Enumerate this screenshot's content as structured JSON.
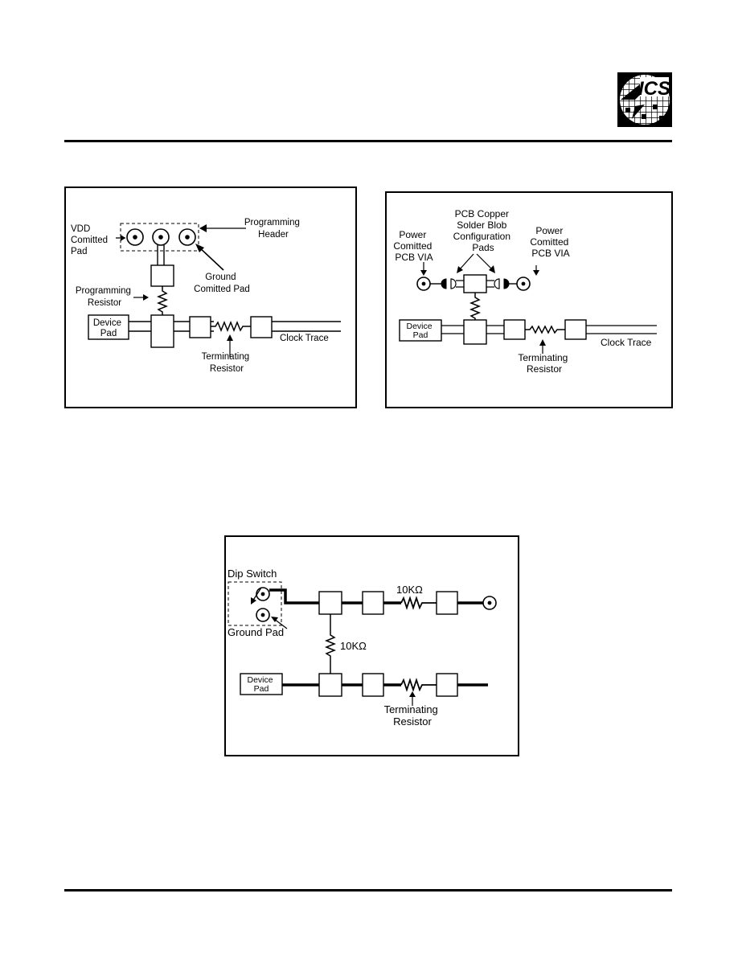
{
  "logo": {
    "text": "ICS"
  },
  "figure1": {
    "vdd_label": [
      "VDD",
      "Comitted",
      "Pad"
    ],
    "header_label": [
      "Programming",
      "Header"
    ],
    "ground_label": [
      "Ground",
      "Comitted Pad"
    ],
    "resistor_label": [
      "Programming",
      "Resistor"
    ],
    "device_pad": [
      "Device",
      "Pad"
    ],
    "terminating_label": [
      "Terminating",
      "Resistor"
    ],
    "clock_trace": "Clock Trace"
  },
  "figure2": {
    "power_left": [
      "Power",
      "Comitted",
      "PCB VIA"
    ],
    "pcb_label": [
      "PCB Copper",
      "Solder Blob",
      "Configuration",
      "Pads"
    ],
    "power_right": [
      "Power",
      "Comitted",
      "PCB VIA"
    ],
    "device_pad": [
      "Device",
      "Pad"
    ],
    "terminating_label": [
      "Terminating",
      "Resistor"
    ],
    "clock_trace": "Clock Trace"
  },
  "figure3": {
    "dip_switch": "Dip Switch",
    "ground_pad": "Ground Pad",
    "resistor_top": "10KΩ",
    "resistor_mid": "10KΩ",
    "device_pad": [
      "Device",
      "Pad"
    ],
    "terminating_label": [
      "Terminating",
      "Resistor"
    ]
  }
}
